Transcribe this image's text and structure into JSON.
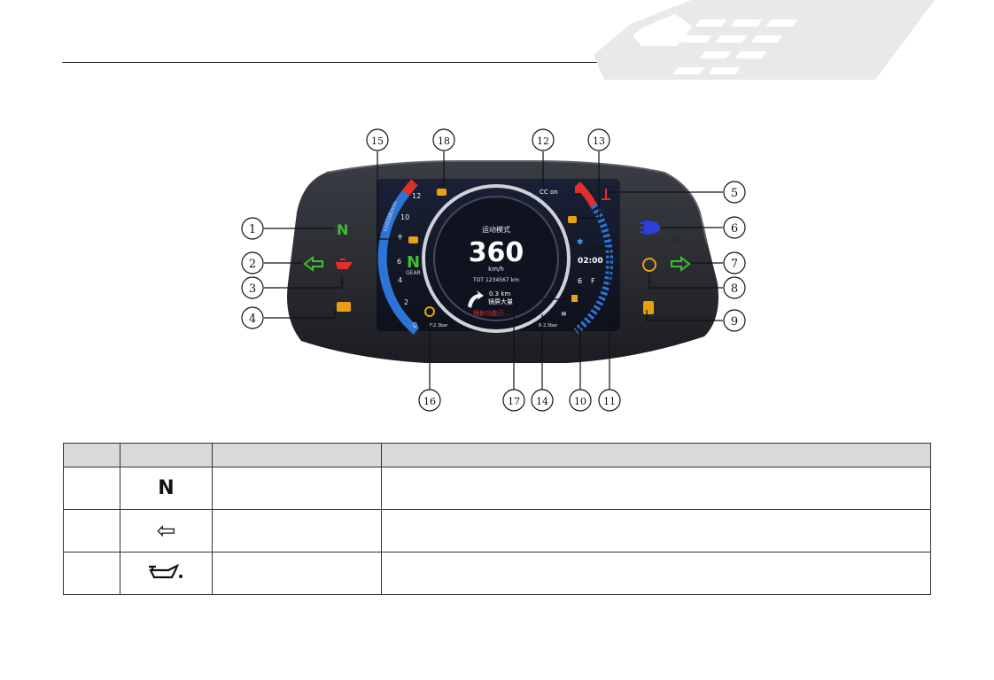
{
  "dashboard": {
    "gear_indicator": "N",
    "gear_center": "N",
    "gear_label": "GEAR",
    "rpm_unit": "x1000R/min",
    "rpm_ticks": [
      "0",
      "2",
      "4",
      "6",
      "8",
      "10",
      "12"
    ],
    "mode_label": "运动模式",
    "speed": "360",
    "speed_unit": "km/h",
    "odometer": "TOT  1234567  km",
    "nav_distance": "0.3  km",
    "nav_label": "镜屏大量",
    "warning_text": "镜射功能已...",
    "cruise_label": "CC  on",
    "clock": "02:00",
    "fuel_level": "6",
    "fuel_full": "F",
    "tire_front": "F:2.3bar",
    "tire_rear": "R:2.3bar"
  },
  "callouts": [
    "1",
    "2",
    "3",
    "4",
    "5",
    "6",
    "7",
    "8",
    "9",
    "10",
    "11",
    "12",
    "13",
    "14",
    "15",
    "16",
    "17",
    "18"
  ],
  "table": {
    "headers": [
      "",
      "",
      "",
      ""
    ],
    "rows": [
      {
        "icon": "neutral-N-icon",
        "symbol": "N",
        "name": "",
        "desc": ""
      },
      {
        "icon": "left-turn-arrow-icon",
        "symbol": "⇦",
        "name": "",
        "desc": ""
      },
      {
        "icon": "oil-pressure-icon",
        "symbol": "",
        "name": "",
        "desc": ""
      }
    ]
  },
  "colors": {
    "green": "#3dbf2f",
    "red": "#e0302a",
    "orange": "#e8a010",
    "blue": "#2b40d8",
    "flag_gray": "#e6e6e6"
  }
}
